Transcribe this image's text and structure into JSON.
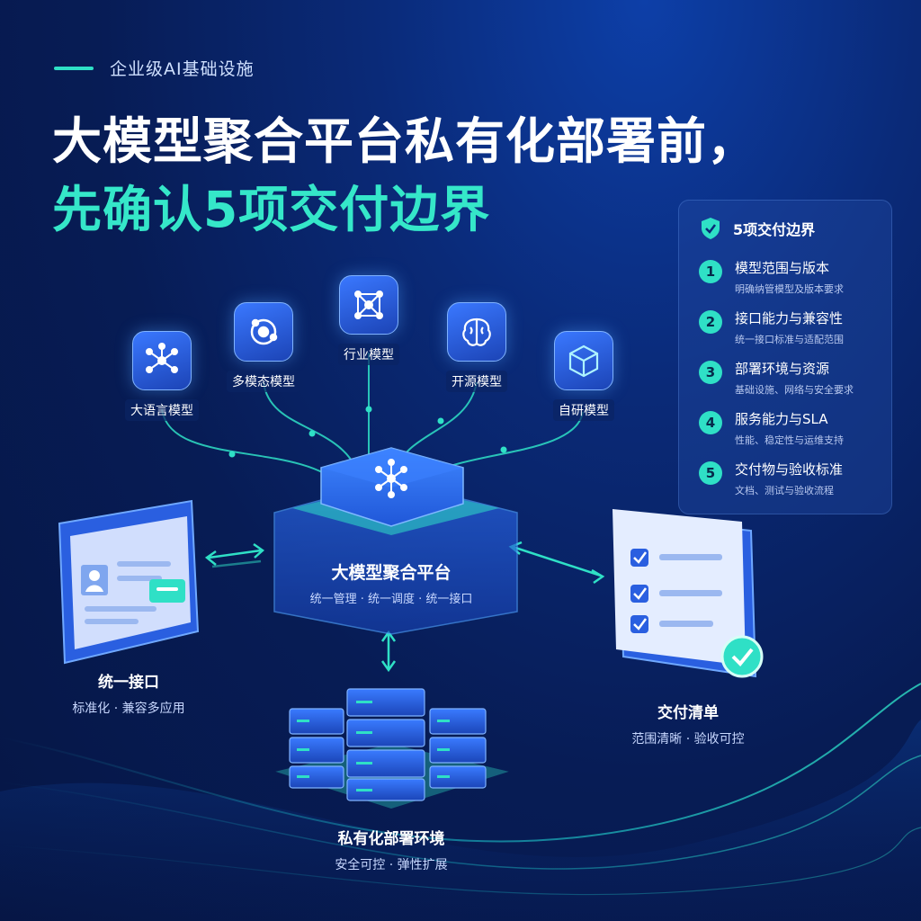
{
  "eyebrow": "企业级AI基础设施",
  "title": {
    "line1": "大模型聚合平台私有化部署前，",
    "line2": "先确认5项交付边界"
  },
  "models": [
    {
      "label": "大语言模型",
      "icon": "network-icon"
    },
    {
      "label": "多模态模型",
      "icon": "orbit-icon"
    },
    {
      "label": "行业模型",
      "icon": "network-icon"
    },
    {
      "label": "开源模型",
      "icon": "brain-icon"
    },
    {
      "label": "自研模型",
      "icon": "cube-icon"
    }
  ],
  "platform": {
    "title": "大模型聚合平台",
    "subtitle": "统一管理 · 统一调度 · 统一接口"
  },
  "interface": {
    "title": "统一接口",
    "subtitle": "标准化 · 兼容多应用"
  },
  "delivery": {
    "title": "交付清单",
    "subtitle": "范围清晰 · 验收可控"
  },
  "deploy": {
    "title": "私有化部署环境",
    "subtitle": "安全可控 · 弹性扩展"
  },
  "panel": {
    "title": "5项交付边界",
    "icon": "shield-check-icon",
    "items": [
      {
        "num": "1",
        "title": "模型范围与版本",
        "sub": "明确纳管模型及版本要求"
      },
      {
        "num": "2",
        "title": "接口能力与兼容性",
        "sub": "统一接口标准与适配范围"
      },
      {
        "num": "3",
        "title": "部署环境与资源",
        "sub": "基础设施、网络与安全要求"
      },
      {
        "num": "4",
        "title": "服务能力与SLA",
        "sub": "性能、稳定性与运维支持"
      },
      {
        "num": "5",
        "title": "交付物与验收标准",
        "sub": "文档、测试与验收流程"
      }
    ]
  },
  "colors": {
    "accent": "#2fe0c6",
    "primary_blue": "#2a5fe0",
    "background": "#071c55"
  }
}
